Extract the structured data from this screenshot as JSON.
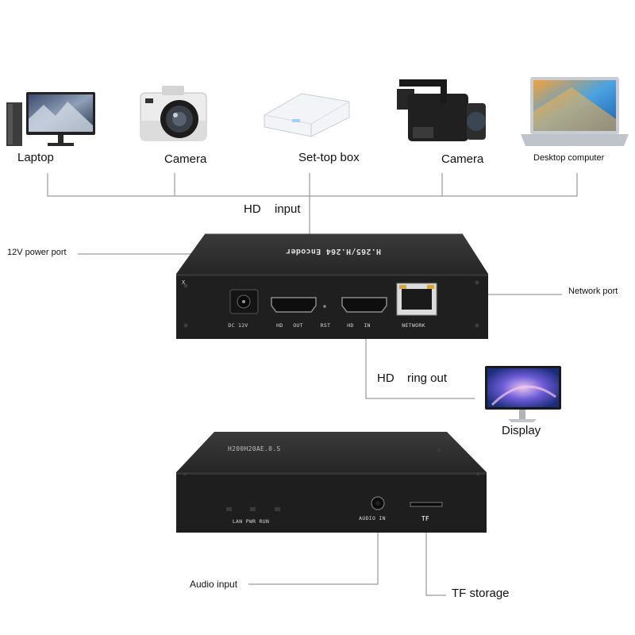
{
  "sources": [
    {
      "label": "Laptop",
      "icon": "desktop-pc-icon"
    },
    {
      "label": "Camera",
      "icon": "mirrorless-camera-icon"
    },
    {
      "label": "Set-top box",
      "icon": "set-top-box-icon"
    },
    {
      "label": "Camera",
      "icon": "camcorder-icon"
    },
    {
      "label": "Desktop computer",
      "icon": "laptop-icon"
    }
  ],
  "input_label": {
    "hd": "HD",
    "word": "input"
  },
  "front_panel": {
    "top_text": "H.265/H.264 Encoder",
    "corner_mark": "X",
    "ports": {
      "dc": "DC 12V",
      "hd_out": "HD   OUT",
      "rst": "RST",
      "hd_in": "HD   IN",
      "network": "NETWORK"
    }
  },
  "callouts": {
    "power": "12V power port",
    "network": "Network port",
    "ring_hd": "HD",
    "ring_word": "ring out",
    "display": "Display",
    "audio": "Audio input",
    "tf": "TF storage"
  },
  "rear_panel": {
    "top_text": "H200H20AE.0.S",
    "leds": "LAN PWR RUN",
    "audio_in": "AUDIO IN",
    "tf": "TF"
  },
  "colors": {
    "device_body": "#1f1f1f",
    "device_top": "#2c2c2c",
    "line": "#9a9a9a",
    "screen_blue": "#2a72c8"
  }
}
